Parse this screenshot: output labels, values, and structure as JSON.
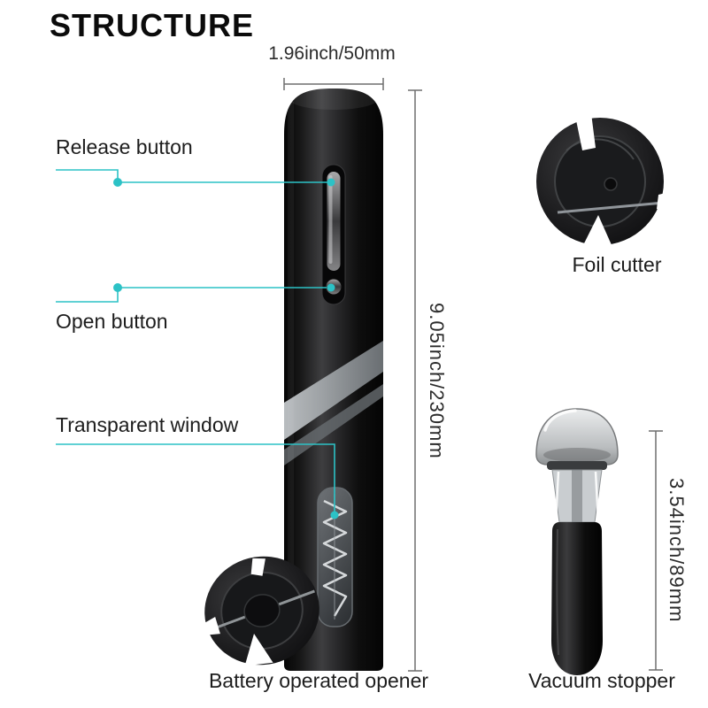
{
  "title": "STRUCTURE",
  "accent_color": "#2cc2c6",
  "parts": {
    "release_button": {
      "label": "Release button"
    },
    "open_button": {
      "label": "Open button"
    },
    "transparent_window": {
      "label": "Transparent window"
    },
    "battery_opener": {
      "label": "Battery operated opener"
    },
    "foil_cutter": {
      "label": "Foil cutter"
    },
    "vacuum_stopper": {
      "label": "Vacuum stopper"
    }
  },
  "dimensions": {
    "opener_width": "1.96inch/50mm",
    "opener_height": "9.05inch/230mm",
    "stopper_height": "3.54inch/89mm"
  }
}
